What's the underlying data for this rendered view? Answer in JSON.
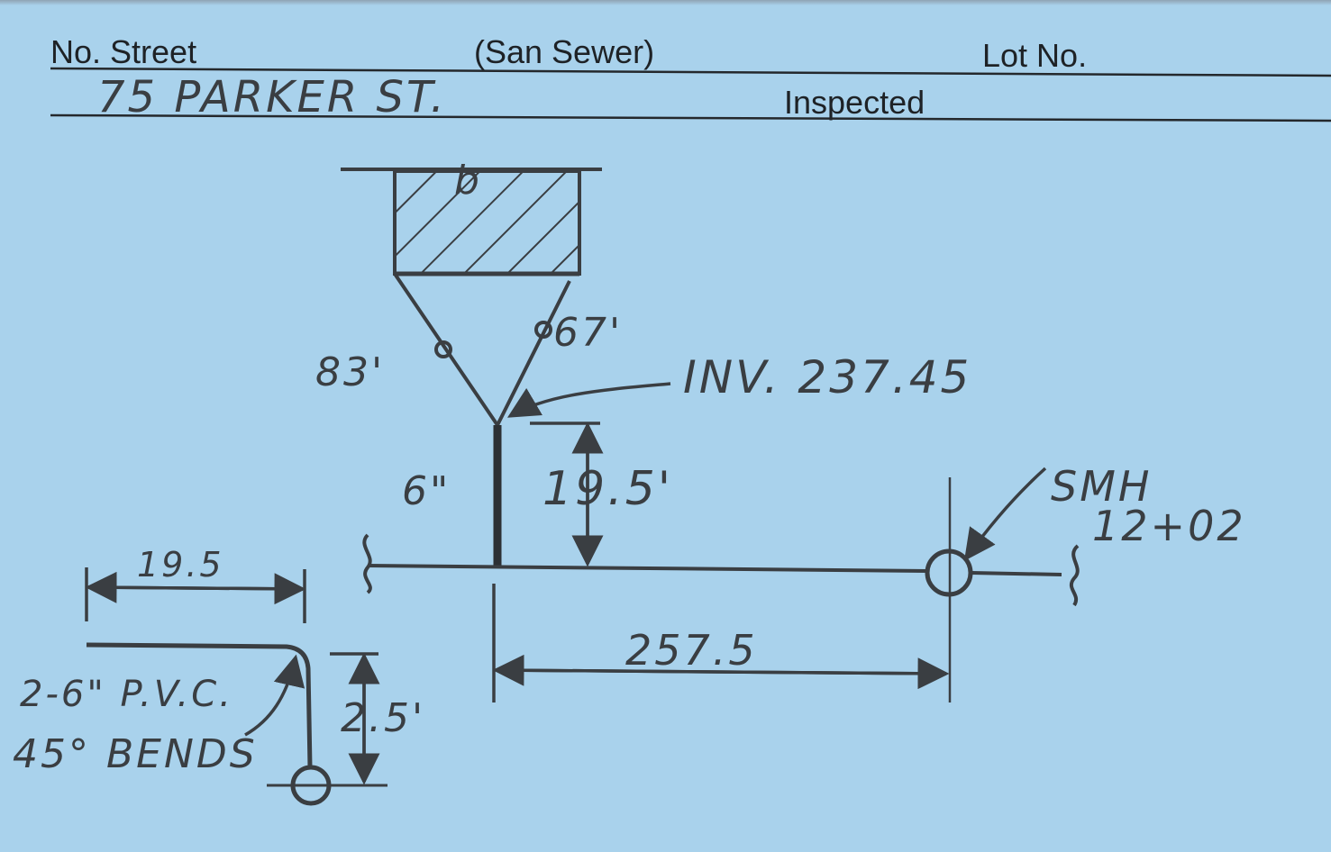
{
  "card": {
    "form_labels": {
      "no_street": "No. Street",
      "san_sewer": "(San Sewer)",
      "lot_no": "Lot No.",
      "inspected": "Inspected"
    },
    "address": "75 PARKER ST.",
    "annotations": {
      "building_tick": "b",
      "pipe_left_length": "83'",
      "pipe_right_length": "67'",
      "invert": "INV. 237.45",
      "riser_size": "6\"",
      "riser_depth": "19.5'",
      "manhole_label": "SMH",
      "station": "12+02",
      "station_distance": "257.5",
      "detail_horizontal": "19.5",
      "detail_vertical": "2.5'",
      "fitting_line1": "2-6\" P.V.C.",
      "fitting_line2": "45° BENDS"
    },
    "colors": {
      "card_background": "#a9d2ec",
      "ink": "#3a3e42",
      "print": "#1e2226"
    }
  }
}
